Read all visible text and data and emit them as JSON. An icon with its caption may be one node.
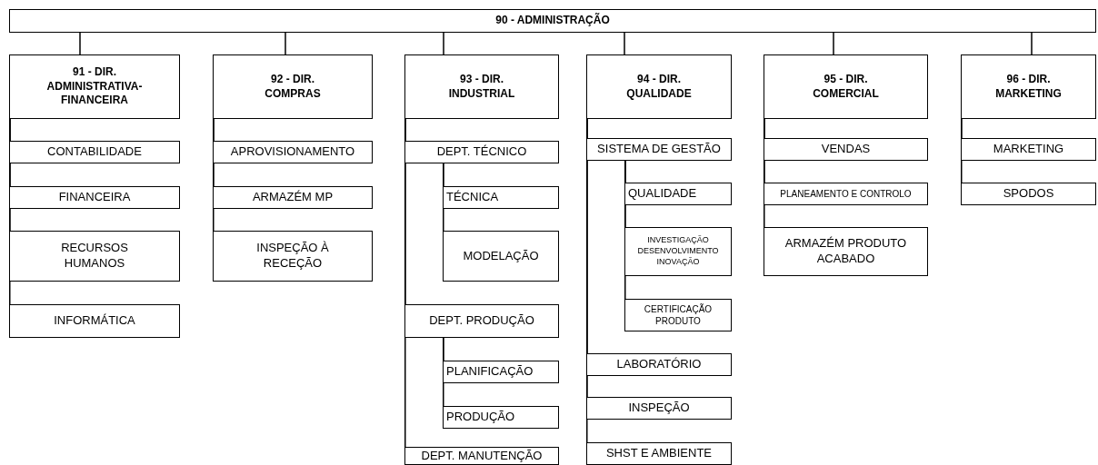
{
  "diagram": {
    "nodes": [
      {
        "text": [
          "90 - ADMINISTRAÇÃO"
        ]
      },
      {
        "text": [
          "91 - DIR. ADMINISTRATIVA-FINANCEIRA"
        ]
      },
      {
        "text": [
          "92 - DIR. COMPRAS"
        ]
      },
      {
        "text": [
          "93 - DIR. INDUSTRIAL"
        ]
      },
      {
        "text": [
          "94 - DIR. QUALIDADE"
        ]
      },
      {
        "text": [
          "95 - DIR. COMERCIAL"
        ]
      },
      {
        "text": [
          "96 - DIR. MARKETING"
        ]
      },
      {
        "text": [
          "CONTABILIDADE"
        ]
      },
      {
        "text": [
          "FINANCEIRA"
        ]
      },
      {
        "text": [
          "RECURSOS HUMANOS"
        ]
      },
      {
        "text": [
          "INFORMÁTICA"
        ]
      },
      {
        "text": [
          "APROVISIONAMENTO"
        ]
      },
      {
        "text": [
          "ARMAZÉM MP"
        ]
      },
      {
        "text": [
          "INSPEÇÃO À RECEÇÃO"
        ]
      },
      {
        "text": [
          "DEPT. TÉCNICO"
        ]
      },
      {
        "text": [
          "TÉCNICA"
        ]
      },
      {
        "text": [
          "MODELAÇÃO"
        ]
      },
      {
        "text": [
          "DEPT. PRODUÇÃO"
        ]
      },
      {
        "text": [
          "PLANIFICAÇÃO"
        ]
      },
      {
        "text": [
          "PRODUÇÃO"
        ]
      },
      {
        "text": [
          "DEPT. MANUTENÇÃO"
        ]
      },
      {
        "text": [
          "SISTEMA DE GESTÃO"
        ]
      },
      {
        "text": [
          "QUALIDADE"
        ]
      },
      {
        "text": [
          "INVESTIGAÇÃO DESENVOLVIMENTO INOVAÇÃO"
        ]
      },
      {
        "text": [
          "CERTIFICAÇÃO PRODUTO"
        ]
      },
      {
        "text": [
          "LABORATÓRIO"
        ]
      },
      {
        "text": [
          "INSPEÇÃO"
        ]
      },
      {
        "text": [
          "SHST E AMBIENTE"
        ]
      },
      {
        "text": [
          "VENDAS"
        ]
      },
      {
        "text": [
          "PLANEAMENTO E CONTROLO"
        ]
      },
      {
        "text": [
          "ARMAZÉM PRODUTO ACABADO"
        ]
      },
      {
        "text": [
          "MARKETING"
        ]
      },
      {
        "text": [
          "SPODOS"
        ]
      }
    ],
    "edges": [
      {
        "from": 0,
        "to": 1,
        "arrow": "none"
      },
      {
        "from": 0,
        "to": 2,
        "arrow": "none"
      },
      {
        "from": 0,
        "to": 3,
        "arrow": "none"
      },
      {
        "from": 0,
        "to": 4,
        "arrow": "none"
      },
      {
        "from": 0,
        "to": 5,
        "arrow": "none"
      },
      {
        "from": 0,
        "to": 6,
        "arrow": "none"
      },
      {
        "from": 1,
        "to": 7,
        "arrow": "none"
      },
      {
        "from": 1,
        "to": 8,
        "arrow": "none"
      },
      {
        "from": 1,
        "to": 9,
        "arrow": "none"
      },
      {
        "from": 1,
        "to": 10,
        "arrow": "none"
      },
      {
        "from": 2,
        "to": 11,
        "arrow": "none"
      },
      {
        "from": 2,
        "to": 12,
        "arrow": "none"
      },
      {
        "from": 2,
        "to": 13,
        "arrow": "none"
      },
      {
        "from": 3,
        "to": 14,
        "arrow": "none"
      },
      {
        "from": 14,
        "to": 15,
        "arrow": "none"
      },
      {
        "from": 14,
        "to": 16,
        "arrow": "none"
      },
      {
        "from": 3,
        "to": 17,
        "arrow": "none"
      },
      {
        "from": 17,
        "to": 18,
        "arrow": "none"
      },
      {
        "from": 17,
        "to": 19,
        "arrow": "none"
      },
      {
        "from": 3,
        "to": 20,
        "arrow": "none"
      },
      {
        "from": 4,
        "to": 21,
        "arrow": "none"
      },
      {
        "from": 21,
        "to": 22,
        "arrow": "none"
      },
      {
        "from": 21,
        "to": 23,
        "arrow": "none"
      },
      {
        "from": 21,
        "to": 24,
        "arrow": "none"
      },
      {
        "from": 4,
        "to": 25,
        "arrow": "none"
      },
      {
        "from": 4,
        "to": 26,
        "arrow": "none"
      },
      {
        "from": 4,
        "to": 27,
        "arrow": "none"
      },
      {
        "from": 5,
        "to": 28,
        "arrow": "none"
      },
      {
        "from": 5,
        "to": 29,
        "arrow": "none"
      },
      {
        "from": 5,
        "to": 30,
        "arrow": "none"
      },
      {
        "from": 6,
        "to": 31,
        "arrow": "none"
      },
      {
        "from": 6,
        "to": 32,
        "arrow": "none"
      }
    ]
  }
}
